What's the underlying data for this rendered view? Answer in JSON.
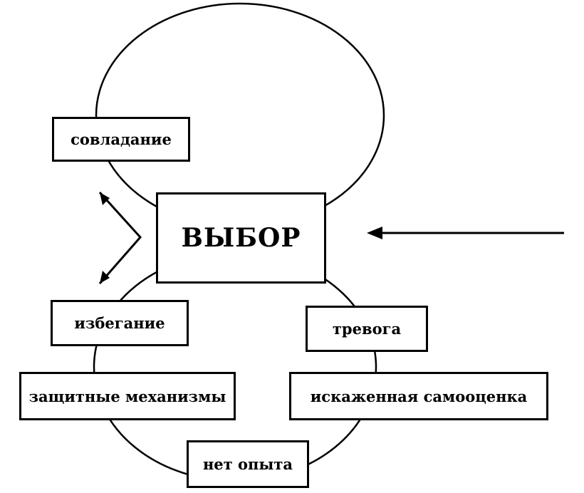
{
  "diagram": {
    "center": "ВЫБОР",
    "top_loop": [
      "совладание"
    ],
    "bottom_loop": [
      "избегание",
      "тревога",
      "защитные механизмы",
      "искаженная самооценка",
      "нет опыта"
    ]
  },
  "colors": {
    "ink": "#000000",
    "background": "#ffffff"
  }
}
